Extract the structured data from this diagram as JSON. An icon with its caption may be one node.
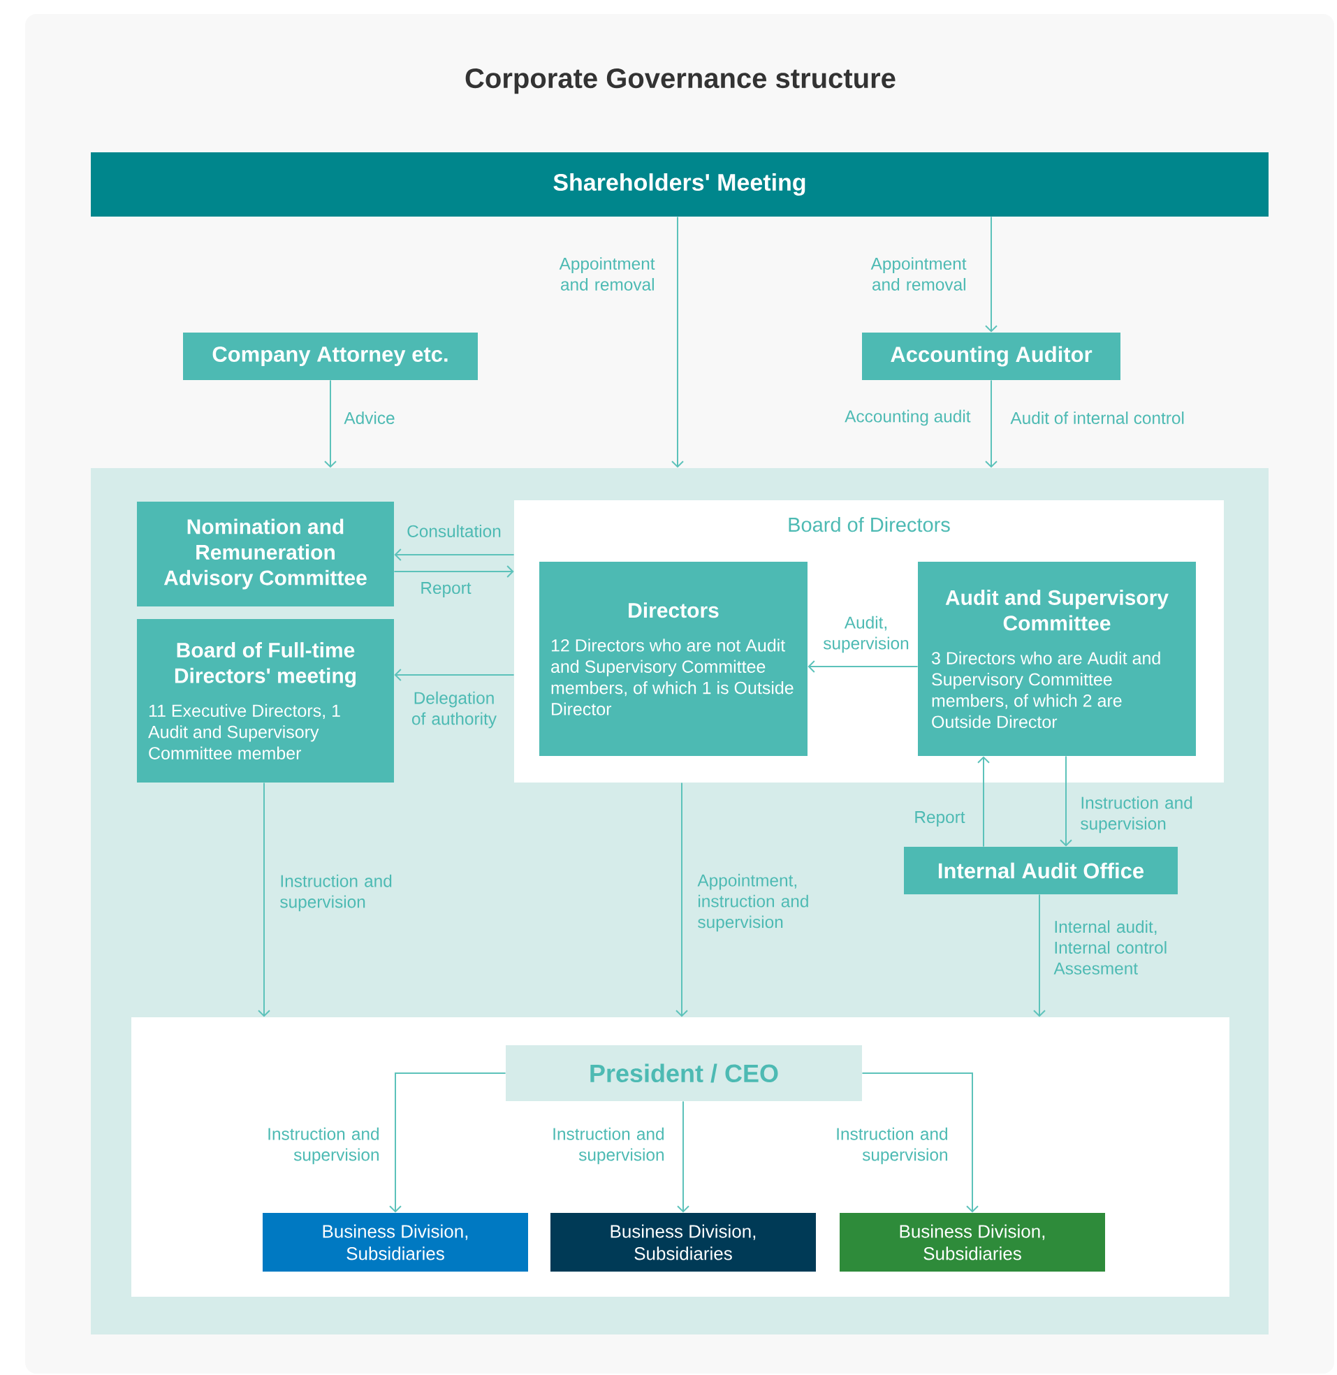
{
  "diagram": {
    "title": "Corporate Governance structure",
    "nodes": [
      {
        "text": [
          "Shareholders' Meeting"
        ]
      },
      {
        "text": [
          "Company Attorney etc."
        ]
      },
      {
        "text": [
          "Accounting Auditor"
        ]
      },
      {
        "text": [],
        "shape": "box"
      },
      {
        "text": [
          "Nomination and Remuneration Advisory Committee"
        ],
        "in": 3
      },
      {
        "text": [
          "Board of Full-time Directors' meeting",
          "11 Executive Directors, 1 Audit and Supervisory Committee member"
        ],
        "in": 3
      },
      {
        "text": [
          "Board of Directors"
        ],
        "in": 3
      },
      {
        "text": [
          "Directors",
          "12 Directors who are not Audit and Supervisory Committee members, of which 1 is Outside Director"
        ],
        "in": 6
      },
      {
        "text": [
          "Audit and Supervisory Committee",
          "3 Directors who are Audit and Supervisory Committee members, of which 2 are Outside Director"
        ],
        "in": 6
      },
      {
        "text": [
          "Internal Audit Office"
        ],
        "in": 3
      },
      {
        "text": [],
        "shape": "box",
        "in": 3
      },
      {
        "text": [
          "President / CEO"
        ],
        "in": 10
      },
      {
        "text": [
          "Business Division, Subsidiaries"
        ],
        "in": 10
      },
      {
        "text": [
          "Business Division, Subsidiaries"
        ],
        "in": 10
      },
      {
        "text": [
          "Business Division, Subsidiaries"
        ],
        "in": 10
      }
    ],
    "edges": [
      {
        "from": 0,
        "to": 3,
        "arrow": "to",
        "label": "Appointment and removal"
      },
      {
        "from": 0,
        "to": 2,
        "arrow": "to",
        "label": "Appointment and removal"
      },
      {
        "from": 1,
        "to": 3,
        "arrow": "to",
        "label": "Advice"
      },
      {
        "from": 2,
        "to": 3,
        "arrow": "to",
        "label": "Accounting audit"
      },
      {
        "from": 6,
        "to": 4,
        "arrow": "to",
        "label": "Consultation"
      },
      {
        "from": 4,
        "to": 6,
        "arrow": "to",
        "label": "Report"
      },
      {
        "from": 6,
        "to": 5,
        "arrow": "to",
        "label": "Delegation of authority"
      },
      {
        "from": 8,
        "to": 7,
        "arrow": "to",
        "label": "Audit, supervision"
      },
      {
        "from": 5,
        "to": 10,
        "arrow": "to",
        "label": "Instruction and supervision"
      },
      {
        "from": 6,
        "to": 10,
        "arrow": "to",
        "label": "Appointment, instruction and supervision"
      },
      {
        "from": 9,
        "to": 8,
        "arrow": "to",
        "label": "Report"
      },
      {
        "from": 8,
        "to": 9,
        "arrow": "to",
        "label": "Instruction and supervision"
      },
      {
        "from": 9,
        "to": 10,
        "arrow": "to",
        "label": "Internal audit, Internal control Assesment"
      },
      {
        "from": 11,
        "to": 12,
        "arrow": "to",
        "label": "Instruction and supervision"
      },
      {
        "from": 11,
        "to": 13,
        "arrow": "to",
        "label": "Instruction and supervision"
      },
      {
        "from": 11,
        "to": 14,
        "arrow": "to",
        "label": "Instruction and supervision"
      }
    ],
    "labels": [
      "Audit of internal control"
    ]
  }
}
